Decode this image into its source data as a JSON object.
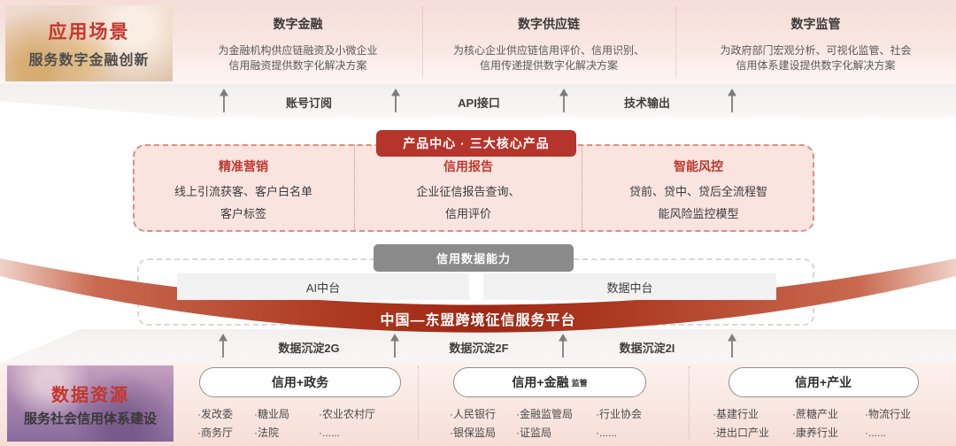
{
  "top_section": {
    "label_title": "应用场景",
    "label_subtitle": "服务数字金融创新",
    "columns": [
      {
        "title": "数字金融",
        "desc_line1": "为金融机构供应链融资及小微企业",
        "desc_line2": "信用融资提供数字化解决方案"
      },
      {
        "title": "数字供应链",
        "desc_line1": "为核心企业供应链信用评价、信用识别、",
        "desc_line2": "信用传递提供数字化解决方案"
      },
      {
        "title": "数字监管",
        "desc_line1": "为政府部门宏观分析、可视化监管、社会",
        "desc_line2": "信用体系建设提供数字化解决方案"
      }
    ]
  },
  "top_flow": {
    "labels": [
      "账号订阅",
      "API接口",
      "技术输出"
    ]
  },
  "product_center": {
    "banner": "产品中心 · 三大核心产品",
    "products": [
      {
        "title": "精准营销",
        "line1": "线上引流获客、客户白名单",
        "line2": "客户标签"
      },
      {
        "title": "信用报告",
        "line1": "企业征信报告查询、",
        "line2": "信用评价"
      },
      {
        "title": "智能风控",
        "line1": "贷前、贷中、贷后全流程智",
        "line2": "能风险监控模型"
      }
    ]
  },
  "capability": {
    "banner": "信用数据能力",
    "platforms": [
      "AI中台",
      "数据中台"
    ]
  },
  "platform_ribbon": {
    "title": "中国—东盟跨境征信服务平台"
  },
  "bottom_flow": {
    "labels": [
      "数据沉淀2G",
      "数据沉淀2F",
      "数据沉淀2I"
    ]
  },
  "bottom_section": {
    "label_title": "数据资源",
    "label_subtitle": "服务社会信用体系建设",
    "groups": [
      {
        "pill": "信用+政务",
        "pill_small": "",
        "items": [
          "·发改委",
          "·糖业局",
          "·农业农村厅",
          "·商务厅",
          "·法院",
          "·......"
        ]
      },
      {
        "pill": "信用+金融",
        "pill_small": "监管",
        "items": [
          "·人民银行",
          "·金融监管局",
          "·行业协会",
          "·银保监局",
          "·证监局",
          "·......"
        ]
      },
      {
        "pill": "信用+产业",
        "pill_small": "",
        "items": [
          "·基建行业",
          "·蔗糖产业",
          "·物流行业",
          "·进出口产业",
          "·康养行业",
          "·......"
        ]
      }
    ]
  },
  "colors": {
    "accent_red": "#b5342c",
    "ribbon_deep_red": "#9e2815",
    "product_fill_pink": "#f9e4e0",
    "gray_banner": "#8b8b8b",
    "platform_bar_gray": "#f3f2f2",
    "band_pink": "#f6ddd8",
    "text_dark": "#3d3d3d"
  }
}
